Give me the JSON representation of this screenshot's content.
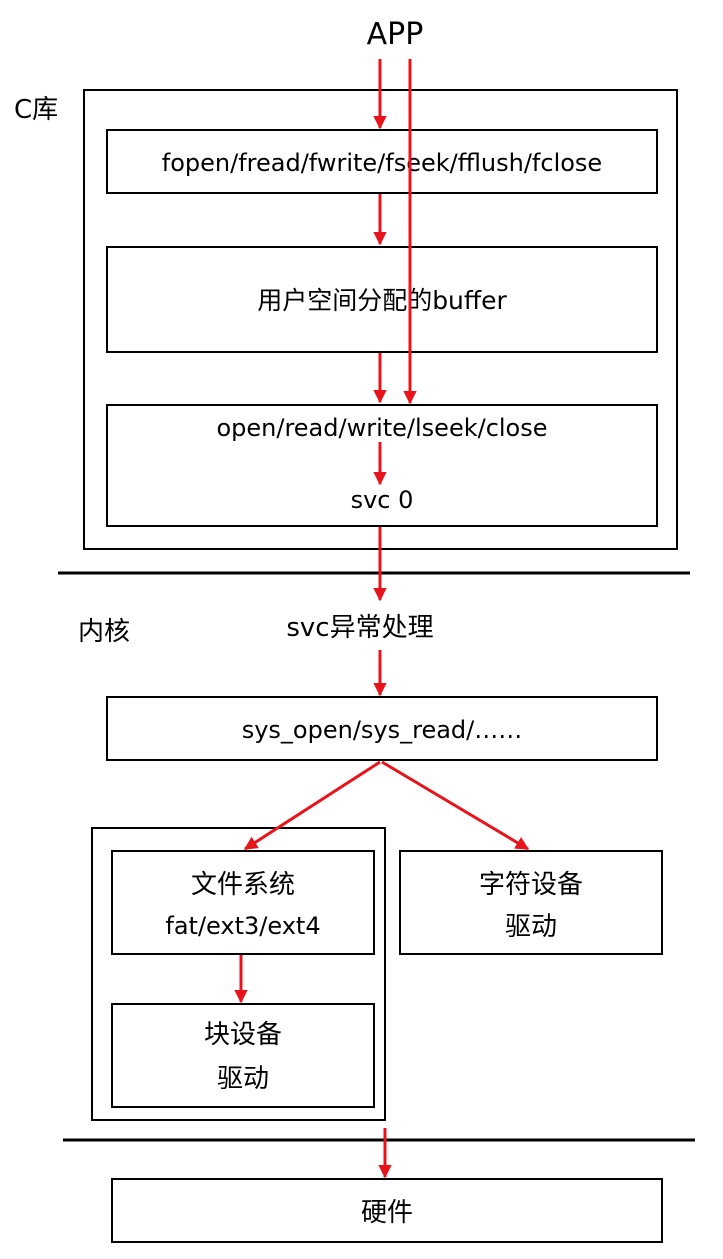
{
  "app_label": "APP",
  "c_library": {
    "label": "C库",
    "stdio_functions": "fopen/fread/fwrite/fseek/fflush/fclose",
    "user_buffer": "用户空间分配的buffer",
    "syscalls": "open/read/write/lseek/close",
    "svc_instruction": "svc 0"
  },
  "kernel": {
    "label": "内核",
    "svc_handler": "svc异常处理",
    "sys_calls": "sys_open/sys_read/……",
    "filesystem": {
      "title": "文件系统",
      "types": "fat/ext3/ext4"
    },
    "block_device": {
      "line1": "块设备",
      "line2": "驱动"
    },
    "char_device": {
      "line1": "字符设备",
      "line2": "驱动"
    }
  },
  "hardware_label": "硬件",
  "colors": {
    "arrow": "#e8141c",
    "line": "#000000",
    "background": "#ffffff"
  }
}
